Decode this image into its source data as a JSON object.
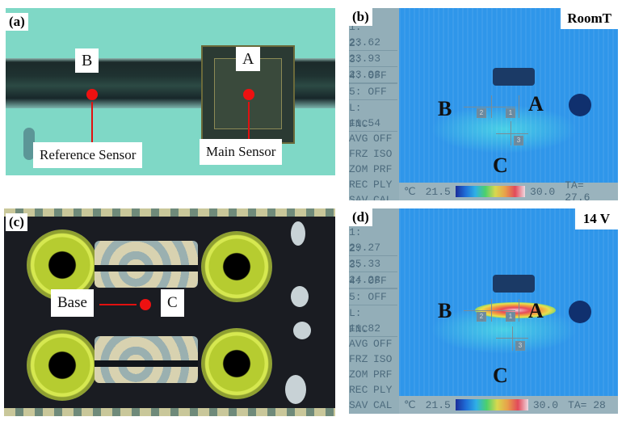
{
  "figure": {
    "panels": [
      {
        "id": "a",
        "tag": "(a)",
        "point_labels": [
          "B",
          "A"
        ],
        "annotations": [
          "Reference Sensor",
          "Main Sensor"
        ],
        "marker_color": "#ee1111"
      },
      {
        "id": "b",
        "tag": "(b)",
        "condition": "RoomT",
        "readings": [
          "1:  23.62",
          "2:  23.93",
          "3:  23.93",
          "4:  OFF",
          "5:  OFF",
          "L:  11.54"
        ],
        "menu_tab": "FNC",
        "menu_left": [
          "AVG",
          "FRZ",
          "ZOM",
          "REC",
          "SAV"
        ],
        "menu_right": [
          "OFF",
          "ISO",
          "PRF",
          "PLY",
          "CAL"
        ],
        "point_labels": [
          "B",
          "A",
          "C"
        ],
        "markers": [
          "2",
          "1",
          "3"
        ],
        "scale_unit": "℃",
        "scale_min": "21.5",
        "scale_max": "30.0",
        "ambient": "TA=  27.6"
      },
      {
        "id": "c",
        "tag": "(c)",
        "annotation": "Base",
        "point_label": "C",
        "marker_color": "#ee1111"
      },
      {
        "id": "d",
        "tag": "(d)",
        "condition": "14 V",
        "readings": [
          "1:  29.27",
          "2:  25.33",
          "3:  24.28",
          "4:  OFF",
          "5:  OFF",
          "L:  11.82"
        ],
        "menu_tab": "FNC",
        "menu_left": [
          "AVG",
          "FRZ",
          "ZOM",
          "REC",
          "SAV"
        ],
        "menu_right": [
          "OFF",
          "ISO",
          "PRF",
          "PLY",
          "CAL"
        ],
        "point_labels": [
          "B",
          "A",
          "C"
        ],
        "markers": [
          "2",
          "1",
          "3"
        ],
        "scale_unit": "℃",
        "scale_min": "21.5",
        "scale_max": "30.0",
        "ambient": "TA=  28"
      }
    ]
  }
}
